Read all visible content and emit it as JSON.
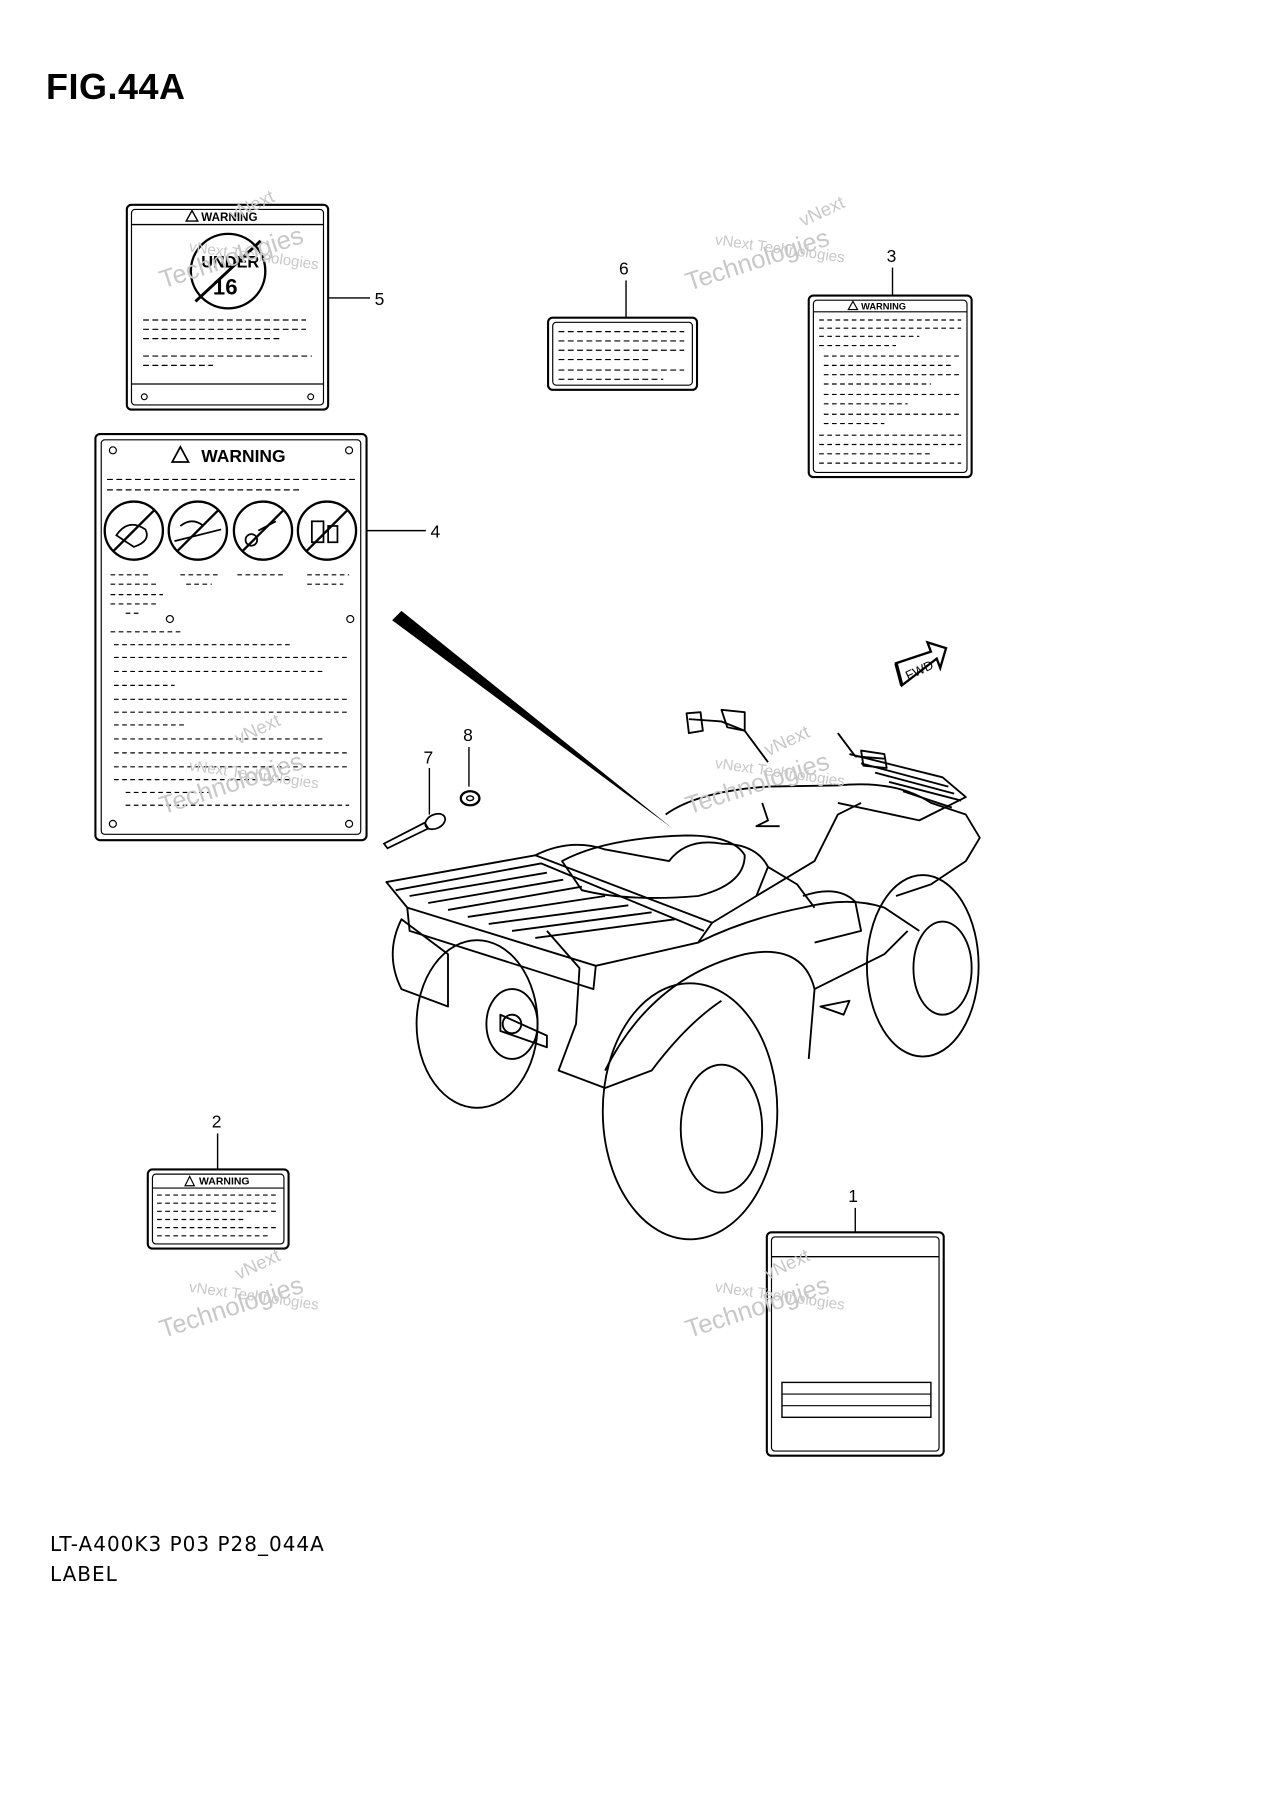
{
  "figure": {
    "title": "FIG.44A",
    "code": "LT-A400K3 P03 P28_044A",
    "name": "LABEL"
  },
  "labels": {
    "warning_text": "WARNING",
    "under_text": "UNDER",
    "age_text": "16",
    "fwd_text": "FWD"
  },
  "callouts": [
    "1",
    "2",
    "3",
    "4",
    "5",
    "6",
    "7",
    "8"
  ],
  "watermark": {
    "line1": "vNext",
    "line2": "vNext Technologies",
    "line3": "Technologies"
  },
  "colors": {
    "line": "#000000",
    "watermark": "#c8c8c8",
    "background": "#ffffff"
  }
}
